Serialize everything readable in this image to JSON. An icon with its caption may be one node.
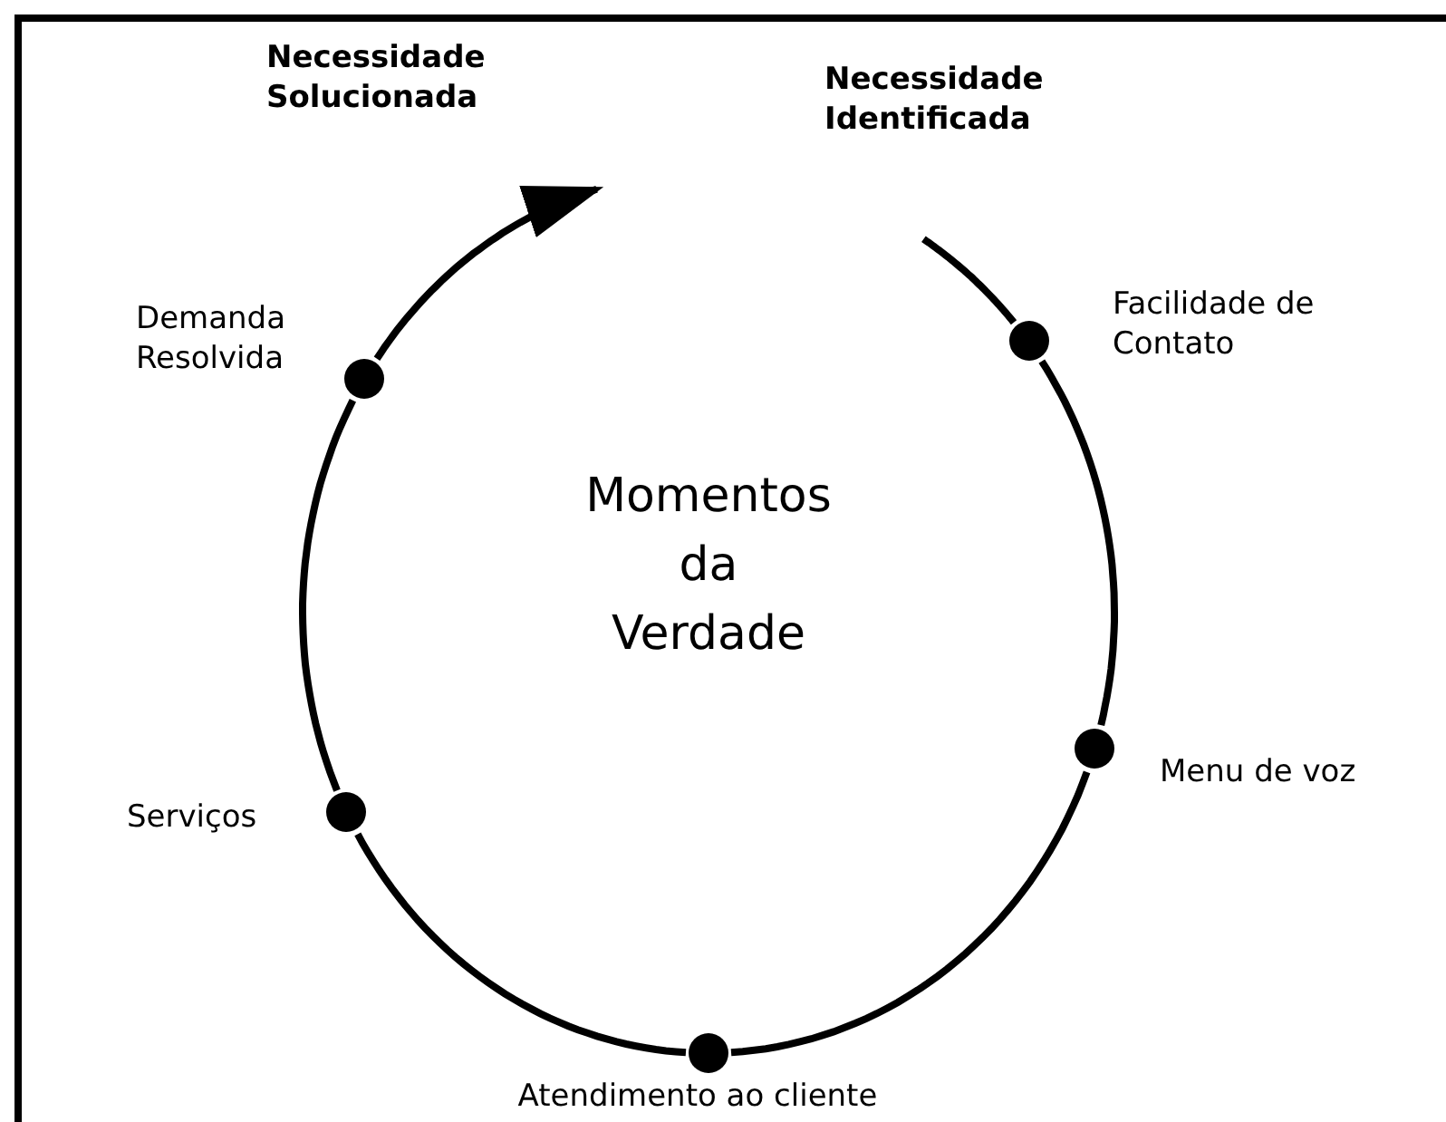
{
  "diagram": {
    "nodes": [
      {
        "text": [
          "Necessidade Identificada"
        ]
      },
      {
        "text": [],
        "shape": "circle",
        "beside": [
          "Facilidade de Contato"
        ]
      },
      {
        "text": [],
        "shape": "circle",
        "beside": [
          "Menu de voz"
        ]
      },
      {
        "text": [],
        "shape": "circle",
        "beside": [
          "Atendimento ao cliente"
        ]
      },
      {
        "text": [],
        "shape": "circle",
        "beside": [
          "Serviços"
        ]
      },
      {
        "text": [],
        "shape": "circle",
        "beside": [
          "Demanda Resolvida"
        ]
      },
      {
        "text": [
          "Necessidade Solucionada"
        ]
      }
    ],
    "edges": [
      {
        "from": 0,
        "to": 1,
        "arrow": "none"
      },
      {
        "from": 1,
        "to": 2,
        "arrow": "none"
      },
      {
        "from": 2,
        "to": 3,
        "arrow": "none"
      },
      {
        "from": 3,
        "to": 4,
        "arrow": "none"
      },
      {
        "from": 4,
        "to": 5,
        "arrow": "none"
      },
      {
        "from": 5,
        "to": 6,
        "arrow": "to"
      }
    ],
    "labels": [
      "Momentos da Verdade"
    ]
  }
}
